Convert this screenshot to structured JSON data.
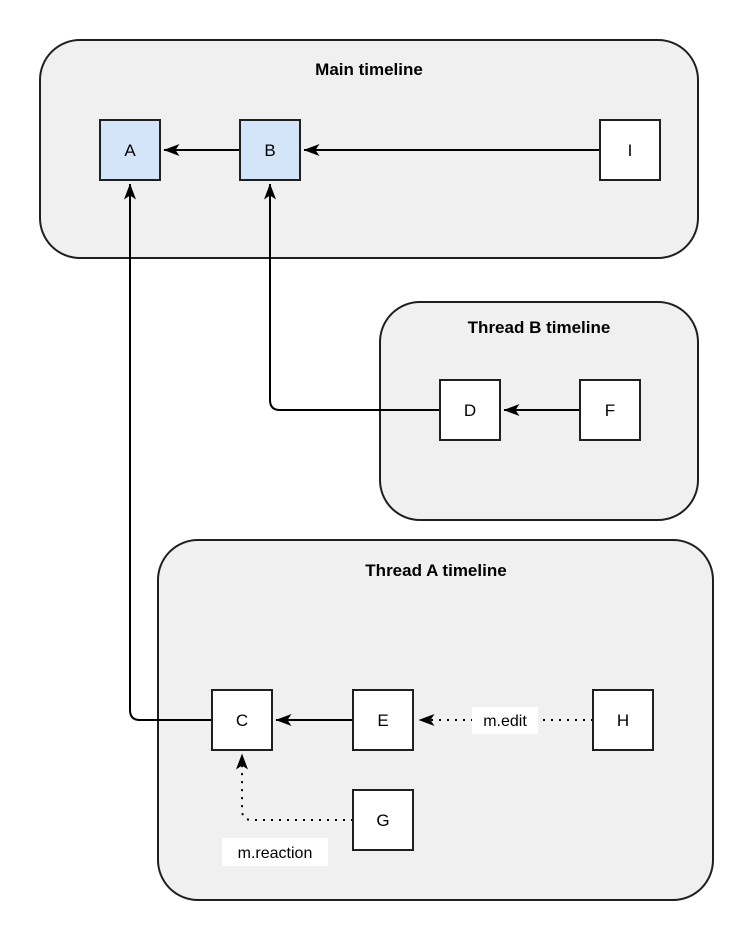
{
  "diagram": {
    "description": "Event graph showing Matrix-style threaded timelines",
    "colors": {
      "background": "#ffffff",
      "container_fill": "#f0f0f0",
      "container_stroke": "#1f1f1f",
      "node_fill": "#ffffff",
      "node_fill_highlight": "#d4e5fa",
      "node_stroke": "#1f1f1f",
      "edge_color": "#000000",
      "edge_label_bg": "#ffffff"
    },
    "containers": [
      {
        "id": "main",
        "title": "Main timeline"
      },
      {
        "id": "thread-b",
        "title": "Thread B timeline"
      },
      {
        "id": "thread-a",
        "title": "Thread A timeline"
      }
    ],
    "nodes": [
      {
        "id": "A",
        "label": "A",
        "container": "main",
        "highlighted": true
      },
      {
        "id": "B",
        "label": "B",
        "container": "main",
        "highlighted": true
      },
      {
        "id": "I",
        "label": "I",
        "container": "main",
        "highlighted": false
      },
      {
        "id": "D",
        "label": "D",
        "container": "thread-b",
        "highlighted": false
      },
      {
        "id": "F",
        "label": "F",
        "container": "thread-b",
        "highlighted": false
      },
      {
        "id": "C",
        "label": "C",
        "container": "thread-a",
        "highlighted": false
      },
      {
        "id": "E",
        "label": "E",
        "container": "thread-a",
        "highlighted": false
      },
      {
        "id": "H",
        "label": "H",
        "container": "thread-a",
        "highlighted": false
      },
      {
        "id": "G",
        "label": "G",
        "container": "thread-a",
        "highlighted": false
      }
    ],
    "edges": [
      {
        "from": "B",
        "to": "A",
        "style": "solid",
        "label": ""
      },
      {
        "from": "I",
        "to": "B",
        "style": "solid",
        "label": ""
      },
      {
        "from": "F",
        "to": "D",
        "style": "solid",
        "label": ""
      },
      {
        "from": "D",
        "to": "B",
        "style": "solid",
        "elbow": true,
        "label": ""
      },
      {
        "from": "E",
        "to": "C",
        "style": "solid",
        "label": ""
      },
      {
        "from": "C",
        "to": "A",
        "style": "solid",
        "elbow": true,
        "label": ""
      },
      {
        "from": "H",
        "to": "E",
        "style": "dotted",
        "label": "m.edit"
      },
      {
        "from": "G",
        "to": "C",
        "style": "dotted",
        "elbow": true,
        "label": "m.reaction"
      }
    ]
  }
}
